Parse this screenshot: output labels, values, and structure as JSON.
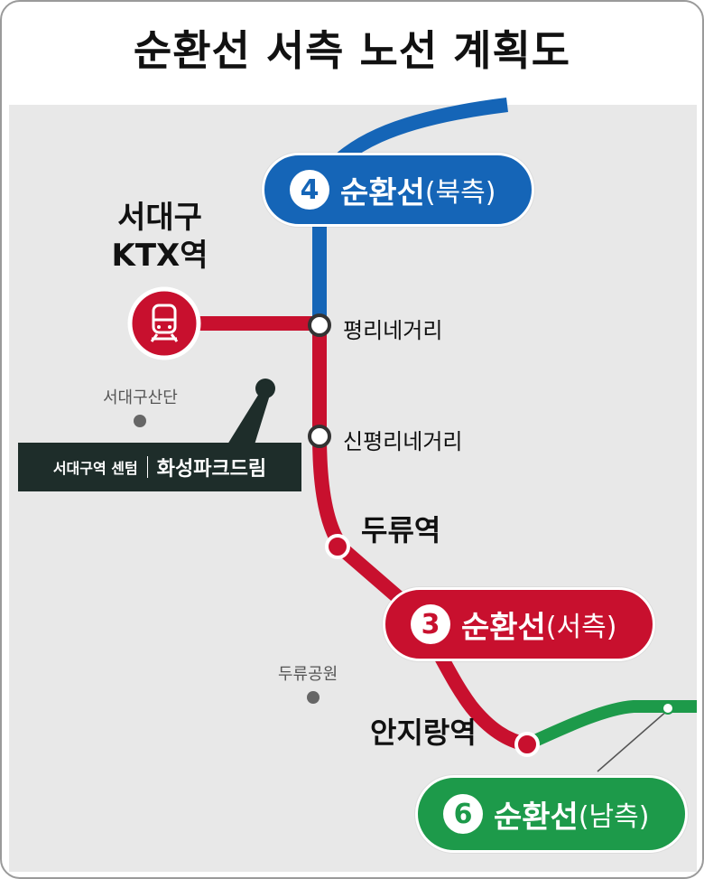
{
  "title": "순환선 서측 노선 계획도",
  "colors": {
    "line4_blue": "#1565b7",
    "line3_red": "#c8102e",
    "line6_green": "#1d9a4a",
    "background": "#e8e8e8",
    "callout_bg": "#1e2d2a"
  },
  "lines": {
    "north": {
      "number": "4",
      "name": "순환선",
      "suffix": "(북측)"
    },
    "west": {
      "number": "3",
      "name": "순환선",
      "suffix": "(서측)"
    },
    "south": {
      "number": "6",
      "name": "순환선",
      "suffix": "(남측)"
    }
  },
  "ktx": {
    "name_line1": "서대구",
    "name_line2": "KTX역",
    "icon": "train-icon"
  },
  "stations": {
    "pyeongri": "평리네거리",
    "sinpyeongri": "신평리네거리",
    "duryu": "두류역",
    "anjirang": "안지랑역"
  },
  "pois": {
    "industrial": "서대구산단",
    "park": "두류공원"
  },
  "callout": {
    "left": "서대구역 센텀",
    "right": "화성파크드림"
  }
}
